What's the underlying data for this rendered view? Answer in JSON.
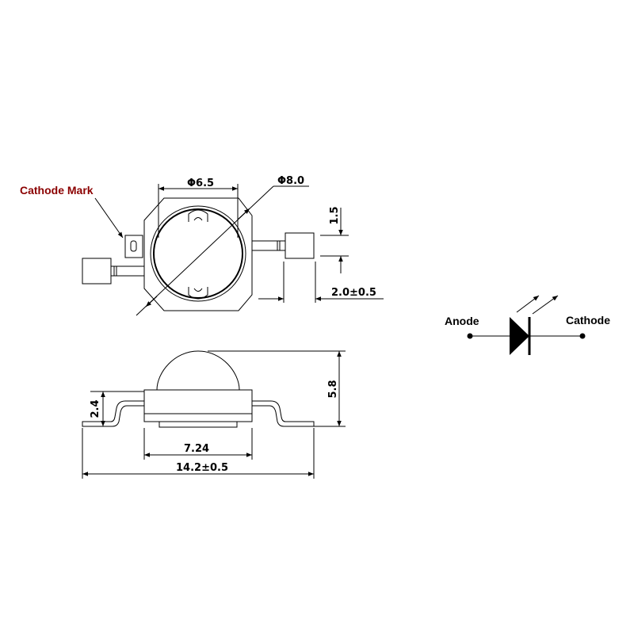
{
  "labels": {
    "cathode_mark": "Cathode  Mark",
    "anode": "Anode",
    "cathode": "Cathode"
  },
  "dimensions": {
    "inner_diameter": "Φ6.5",
    "outer_diameter": "Φ8.0",
    "tab_height": "1.5",
    "lead_length": "2.0±0.5",
    "body_height": "2.4",
    "total_height": "5.8",
    "body_width": "7.24",
    "total_width": "14.2±0.5"
  },
  "colors": {
    "cathode_mark": "#8b0000",
    "line": "#000000"
  }
}
